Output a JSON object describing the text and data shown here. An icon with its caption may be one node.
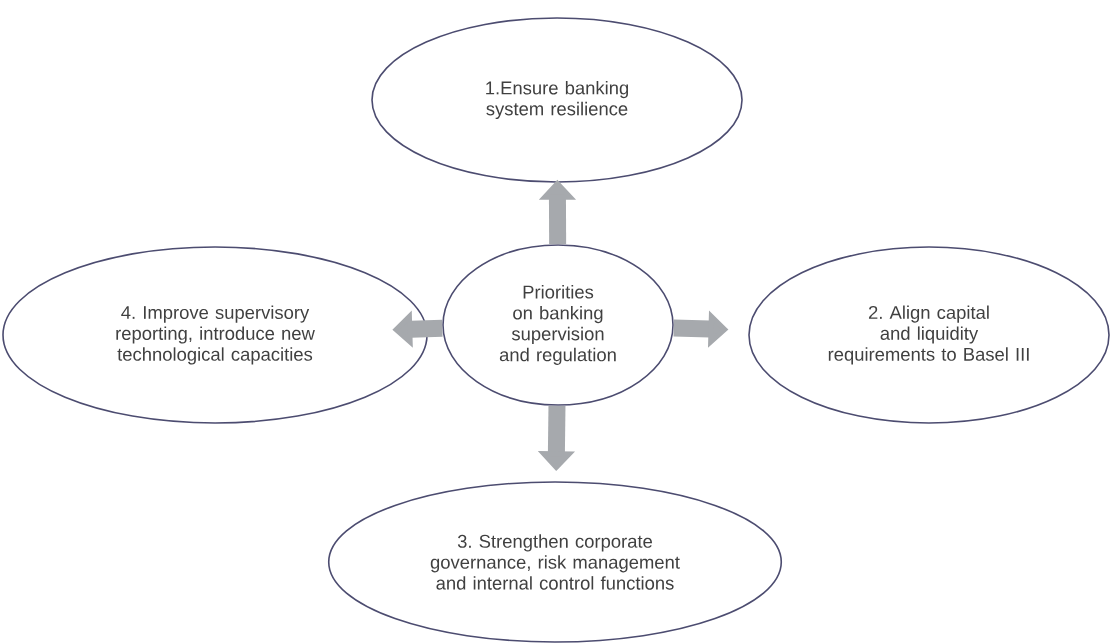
{
  "diagram": {
    "nodes": [
      {
        "text": [
          "Priorities on banking supervision and regulation"
        ]
      },
      {
        "text": [
          "1.Ensure banking system resilience"
        ]
      },
      {
        "text": [
          "2. Align capital and liquidity requirements to Basel III"
        ]
      },
      {
        "text": [
          "3. Strengthen corporate governance, risk management and internal control functions"
        ]
      },
      {
        "text": [
          "4. Improve supervisory reporting, introduce new technological capacities"
        ]
      }
    ],
    "edges": [
      {
        "from": 0,
        "to": 1,
        "arrow": "to"
      },
      {
        "from": 0,
        "to": 2,
        "arrow": "to"
      },
      {
        "from": 0,
        "to": 3,
        "arrow": "to"
      },
      {
        "from": 0,
        "to": 4,
        "arrow": "to"
      }
    ]
  }
}
